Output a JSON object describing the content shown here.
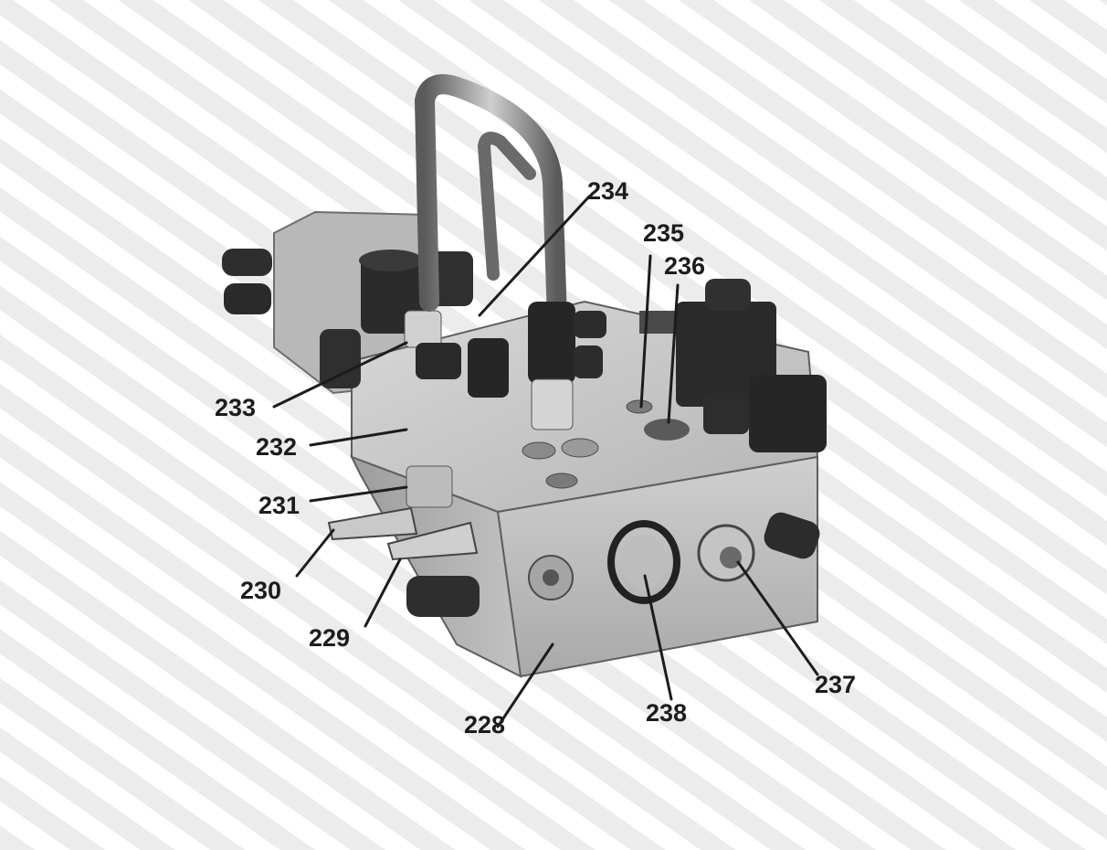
{
  "figure": {
    "subject": "hydraulic-valve-manifold-block",
    "callouts": [
      {
        "id": "c228",
        "label": "228"
      },
      {
        "id": "c229",
        "label": "229"
      },
      {
        "id": "c230",
        "label": "230"
      },
      {
        "id": "c231",
        "label": "231"
      },
      {
        "id": "c232",
        "label": "232"
      },
      {
        "id": "c233",
        "label": "233"
      },
      {
        "id": "c234",
        "label": "234"
      },
      {
        "id": "c235",
        "label": "235"
      },
      {
        "id": "c236",
        "label": "236"
      },
      {
        "id": "c237",
        "label": "237"
      },
      {
        "id": "c238",
        "label": "238"
      }
    ]
  }
}
